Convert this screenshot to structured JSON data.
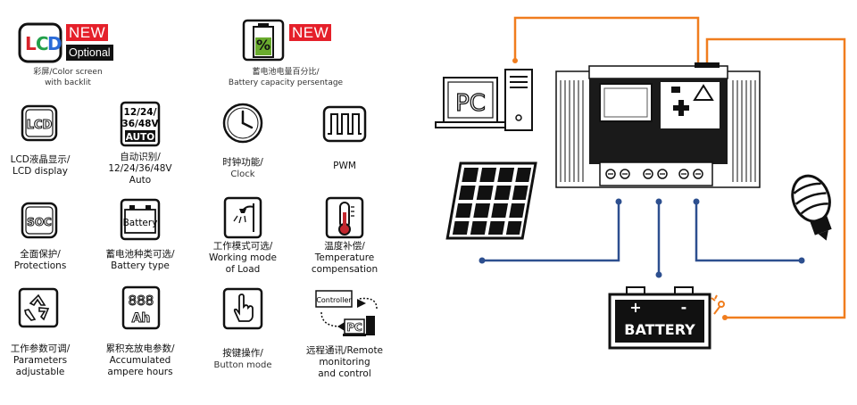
{
  "badges": {
    "new": "NEW",
    "optional": "Optional"
  },
  "features": {
    "lcd_color": {
      "icon_text": "LCD",
      "line1": "彩屏/Color screen",
      "line2": "with backlit"
    },
    "battery_pct": {
      "icon_text": "%",
      "line1": "蓄电池电量百分比/",
      "line2": "Battery capacity persentage"
    },
    "lcd_display": {
      "icon_text": "LCD",
      "line1": "LCD液晶显示/",
      "line2": "LCD display"
    },
    "auto_voltage": {
      "icon_line1": "12/24/",
      "icon_line2": "36/48V",
      "icon_line3": "AUTO",
      "line1": "自动识别/",
      "line2": "12/24/36/48V",
      "line3": "Auto"
    },
    "clock": {
      "line1": "时钟功能/",
      "line2": "Clock"
    },
    "pwm": {
      "line1": "PWM"
    },
    "soc": {
      "icon_text": "SOC",
      "line1": "全面保护/",
      "line2": "Protections"
    },
    "battery_type": {
      "icon_text": "Battery",
      "line1": "蓄电池种类可选/",
      "line2": "Battery type"
    },
    "load_mode": {
      "line1": "工作模式可选/",
      "line2": "Working mode",
      "line3": "of Load"
    },
    "temperature": {
      "line1": "温度补偿/",
      "line2": "Temperature",
      "line3": "compensation"
    },
    "parameters": {
      "line1": "工作参数可调/",
      "line2": "Parameters",
      "line3": "adjustable"
    },
    "ampere_hours": {
      "icon_digits": "888",
      "icon_unit": "Ah",
      "line1": "累积充放电参数/",
      "line2": "Accumulated",
      "line3": "ampere hours"
    },
    "button": {
      "line1": "按键操作/",
      "line2": "Button mode"
    },
    "remote": {
      "icon_controller": "Controller",
      "icon_pc": "PC",
      "line1": "远程通讯/Remote",
      "line2": "monitoring",
      "line3": "and control"
    }
  },
  "diagram": {
    "pc_label": "PC",
    "battery_label": "BATTERY",
    "battery_plus": "+",
    "battery_minus": "-",
    "colors": {
      "comm_wire": "#f07d1e",
      "power_wire": "#2d4f8f",
      "badge_red": "#e5202a",
      "battery_green": "#6aab2e"
    }
  }
}
